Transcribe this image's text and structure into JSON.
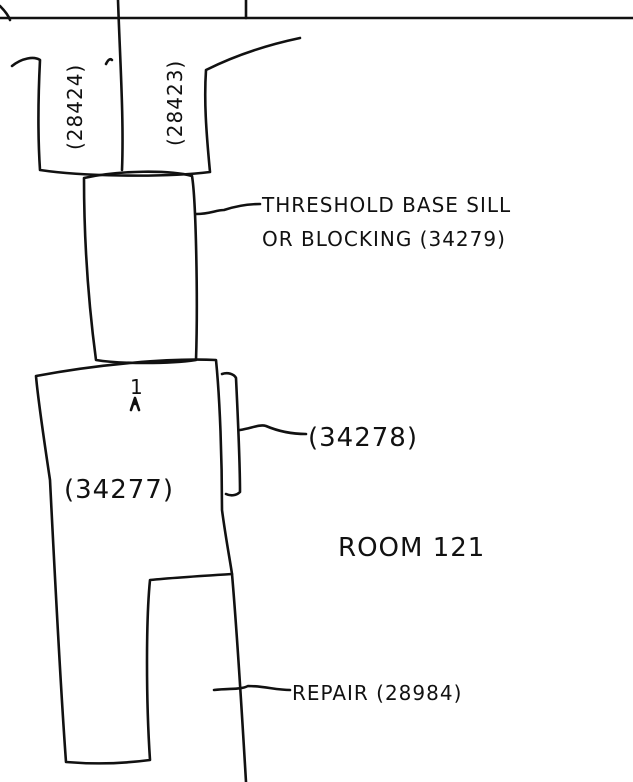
{
  "labels": {
    "upper_left_id": "(28424)",
    "upper_right_id": "(28423)",
    "threshold_line1": "THRESHOLD BASE SILL",
    "threshold_line2": "OR BLOCKING (34279)",
    "top_mark": "1",
    "main_id": "(34277)",
    "side_piece_id": "(34278)",
    "room": "ROOM 121",
    "repair": "REPAIR (28984)"
  }
}
